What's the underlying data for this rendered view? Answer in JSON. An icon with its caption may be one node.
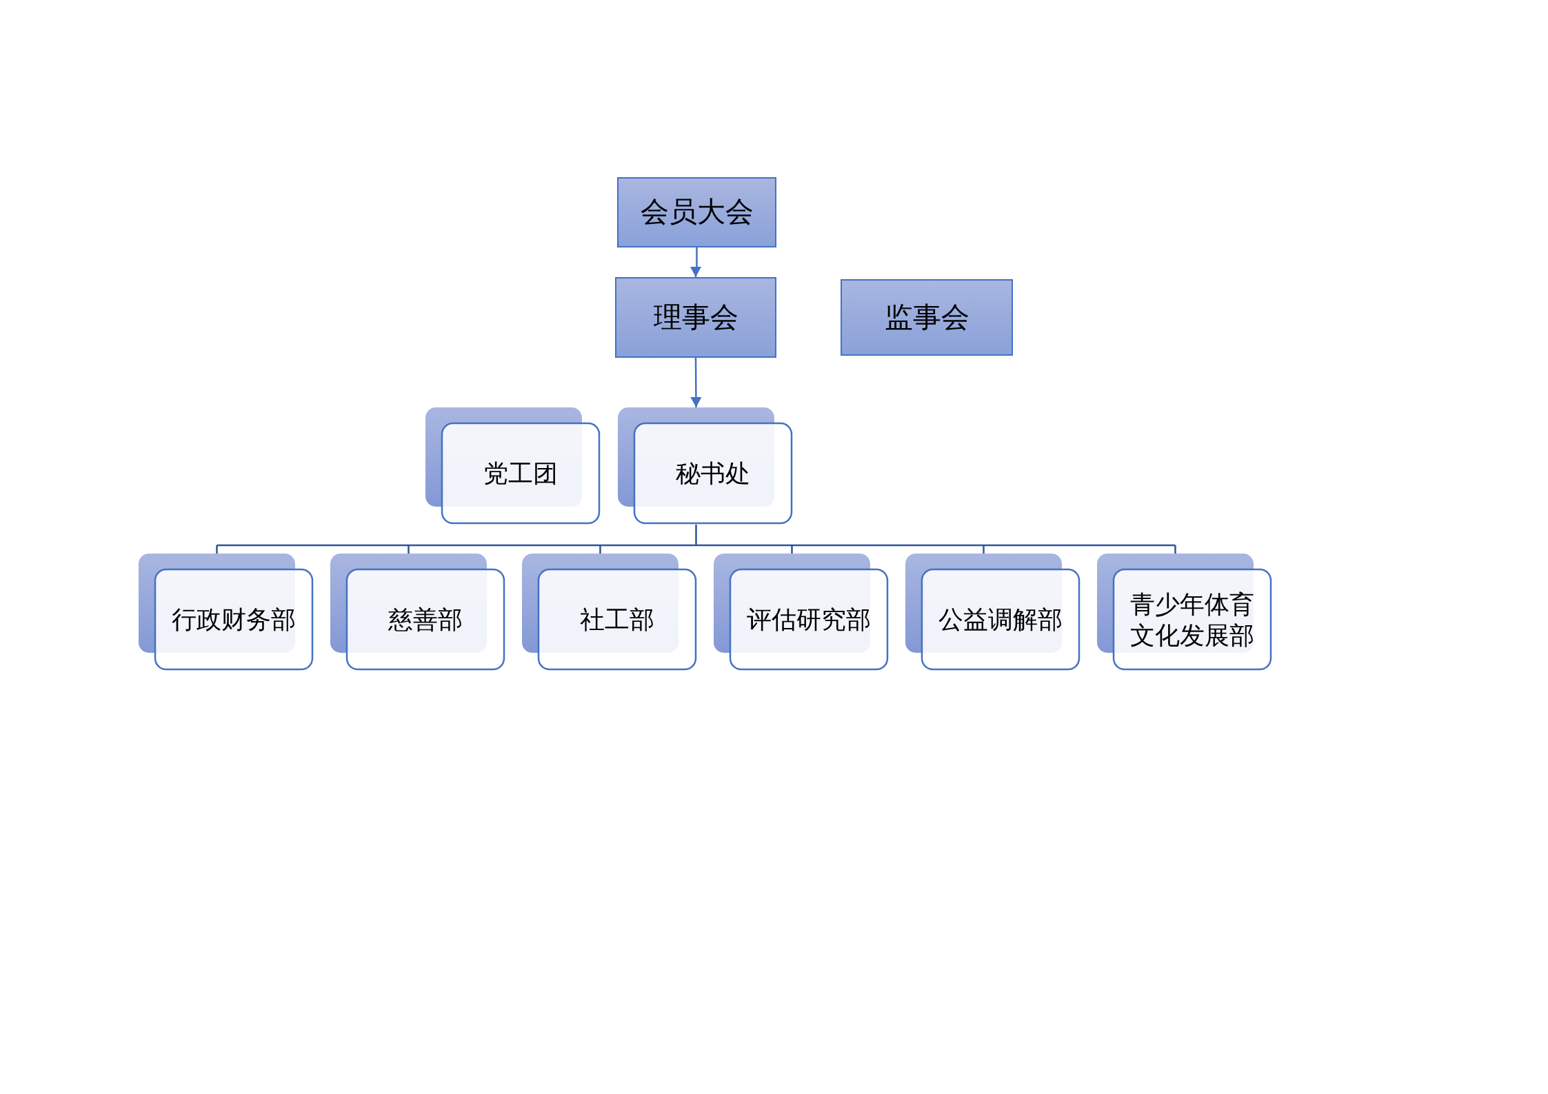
{
  "diagram": {
    "nodes": [
      {
        "text": [
          "会员大会"
        ]
      },
      {
        "text": [
          "理事会"
        ]
      },
      {
        "text": [
          "监事会"
        ]
      },
      {
        "text": [
          "党工团"
        ]
      },
      {
        "text": [
          "秘书处"
        ]
      },
      {
        "text": [
          "行政财务部"
        ]
      },
      {
        "text": [
          "慈善部"
        ]
      },
      {
        "text": [
          "社工部"
        ]
      },
      {
        "text": [
          "评估研究部"
        ]
      },
      {
        "text": [
          "公益调解部"
        ]
      },
      {
        "text": [
          "青少年体育文化发展部"
        ]
      }
    ],
    "edges": [
      {
        "from": 0,
        "to": 1,
        "arrow": "to",
        "color": "#4472c4"
      },
      {
        "from": 1,
        "to": 4,
        "arrow": "to",
        "color": "#4472c4"
      },
      {
        "from": 4,
        "to": 5,
        "arrow": "none"
      },
      {
        "from": 4,
        "to": 6,
        "arrow": "none"
      },
      {
        "from": 4,
        "to": 7,
        "arrow": "none"
      },
      {
        "from": 4,
        "to": 8,
        "arrow": "none"
      },
      {
        "from": 4,
        "to": 9,
        "arrow": "none"
      },
      {
        "from": 4,
        "to": 10,
        "arrow": "none"
      }
    ]
  }
}
